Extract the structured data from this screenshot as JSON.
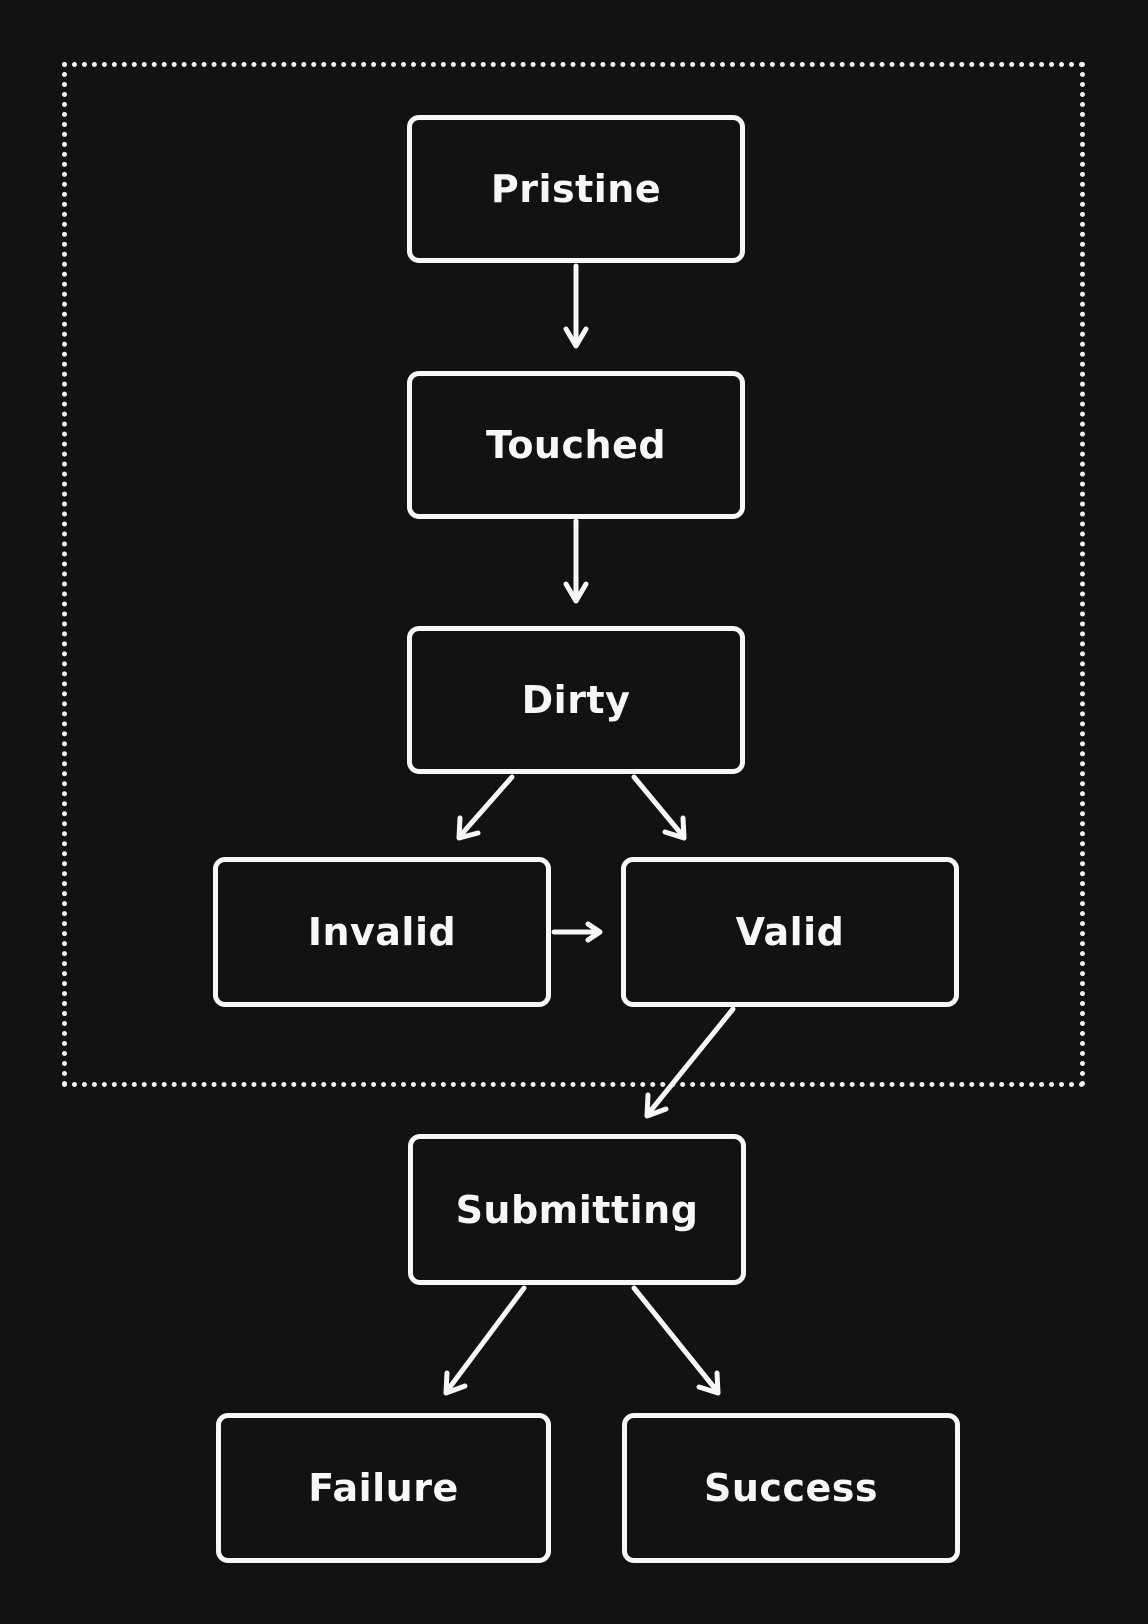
{
  "diagram": {
    "nodes": {
      "pristine": "Pristine",
      "touched": "Touched",
      "dirty": "Dirty",
      "invalid": "Invalid",
      "valid": "Valid",
      "submitting": "Submitting",
      "failure": "Failure",
      "success": "Success"
    },
    "edges": [
      {
        "from": "Pristine",
        "to": "Touched"
      },
      {
        "from": "Touched",
        "to": "Dirty"
      },
      {
        "from": "Dirty",
        "to": "Invalid"
      },
      {
        "from": "Dirty",
        "to": "Valid"
      },
      {
        "from": "Invalid",
        "to": "Valid"
      },
      {
        "from": "Valid",
        "to": "Submitting"
      },
      {
        "from": "Submitting",
        "to": "Failure"
      },
      {
        "from": "Submitting",
        "to": "Success"
      }
    ],
    "colors": {
      "background": "#121212",
      "stroke": "#f7f7f7"
    }
  }
}
